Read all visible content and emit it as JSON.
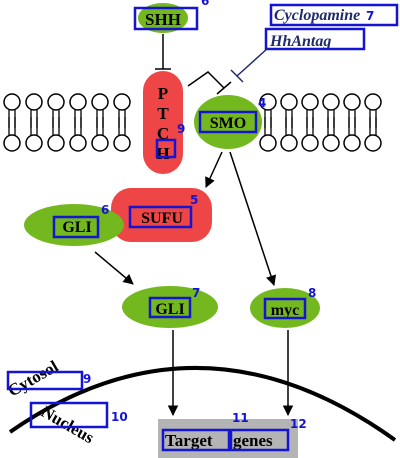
{
  "nodes": {
    "shh": {
      "label": "SHH"
    },
    "ptch": {
      "letters": [
        "P",
        "T",
        "C",
        "H"
      ]
    },
    "smo": {
      "label": "SMO"
    },
    "sufu": {
      "label": "SUFU"
    },
    "gli_bound": {
      "label": "GLI"
    },
    "gli_free": {
      "label": "GLI"
    },
    "myc": {
      "label": "myc"
    },
    "target_genes": {
      "label_a": "Target",
      "label_b": "genes"
    }
  },
  "inhibitors": {
    "line1": "Cyclopamine",
    "line2": "HhAntag"
  },
  "compartments": {
    "cytosol": "Cytosol",
    "nucleus": "Nucleus"
  },
  "markers": [
    "6",
    "7",
    "9",
    "4",
    "5",
    "6",
    "7",
    "8",
    "9",
    "10",
    "11",
    "12"
  ],
  "colors": {
    "green": "#74b81f",
    "red": "#ee4646",
    "box": "#1414d2",
    "gene_bg": "#b4b4b4"
  }
}
